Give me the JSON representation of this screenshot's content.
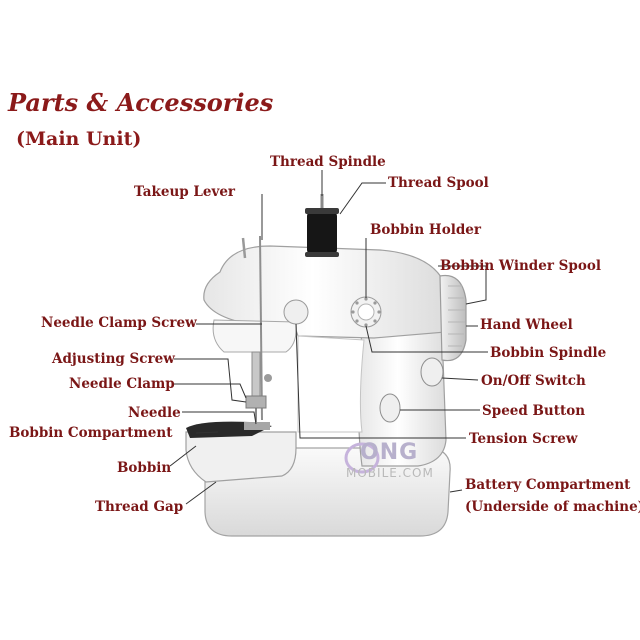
{
  "header": {
    "title": "Parts & Accessories",
    "subtitle": "(Main Unit)"
  },
  "labels": {
    "thread_spindle": "Thread Spindle",
    "takeup_lever": "Takeup Lever",
    "thread_spool": "Thread Spool",
    "bobbin_holder": "Bobbin Holder",
    "bobbin_winder_spool": "Bobbin Winder Spool",
    "needle_clamp_screw": "Needle Clamp Screw",
    "hand_wheel": "Hand Wheel",
    "adjusting_screw": "Adjusting Screw",
    "bobbin_spindle": "Bobbin Spindle",
    "needle_clamp": "Needle Clamp",
    "on_off_switch": "On/Off Switch",
    "needle": "Needle",
    "speed_button": "Speed Button",
    "bobbin_compartment": "Bobbin Compartment",
    "tension_screw": "Tension Screw",
    "bobbin": "Bobbin",
    "battery_compartment": "Battery Compartment",
    "battery_note": "(Underside of machine)",
    "thread_gap": "Thread Gap"
  },
  "watermark": {
    "brand": "ONG",
    "site": "MOBILE.COM"
  },
  "colors": {
    "label": "#7a1616",
    "title": "#8b1a1a",
    "machine_body": "#f4f4f4",
    "machine_outline": "#9a9a9a",
    "spool": "#151515"
  }
}
